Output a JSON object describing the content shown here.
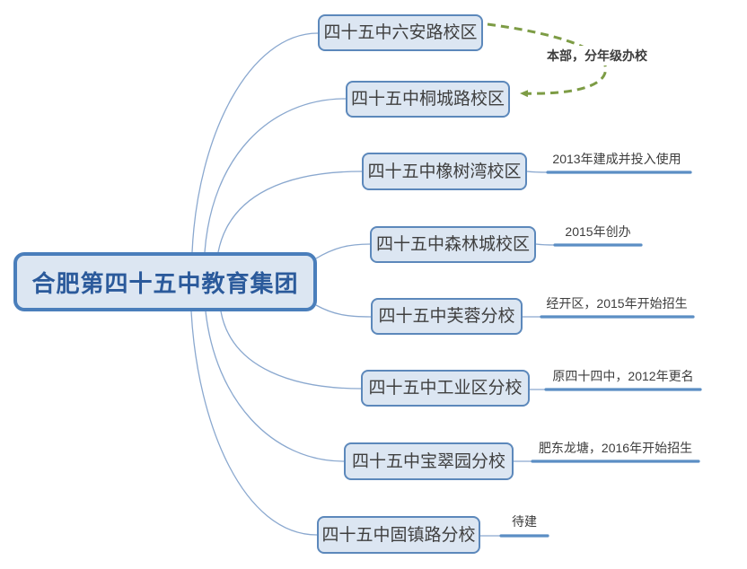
{
  "diagram": {
    "type": "mindmap",
    "root": {
      "label": "合肥第四十五中教育集团"
    },
    "branches": [
      {
        "label": "四十五中六安路校区",
        "note": ""
      },
      {
        "label": "四十五中桐城路校区",
        "note": ""
      },
      {
        "label": "四十五中橡树湾校区",
        "note": "2013年建成并投入使用"
      },
      {
        "label": "四十五中森林城校区",
        "note": "2015年创办"
      },
      {
        "label": "四十五中芙蓉分校",
        "note": "经开区，2015年开始招生"
      },
      {
        "label": "四十五中工业区分校",
        "note": "原四十四中，2012年更名"
      },
      {
        "label": "四十五中宝翠园分校",
        "note": "肥东龙塘，2016年开始招生"
      },
      {
        "label": "四十五中固镇路分校",
        "note": "待建"
      }
    ],
    "relationship": {
      "label": "本部，分年级办校",
      "from": "四十五中六安路校区",
      "to": "四十五中桐城路校区"
    },
    "colors": {
      "node_fill": "#dce6f2",
      "branch_border": "#5c88bb",
      "root_border": "#4a7ebb",
      "root_text": "#2b5a9b",
      "branch_text": "#3f3f3f",
      "connector": "#8aa8cf",
      "note_underline": "#5b8ec4",
      "relationship_arrow": "#7d9c45",
      "background": "#ffffff"
    }
  }
}
